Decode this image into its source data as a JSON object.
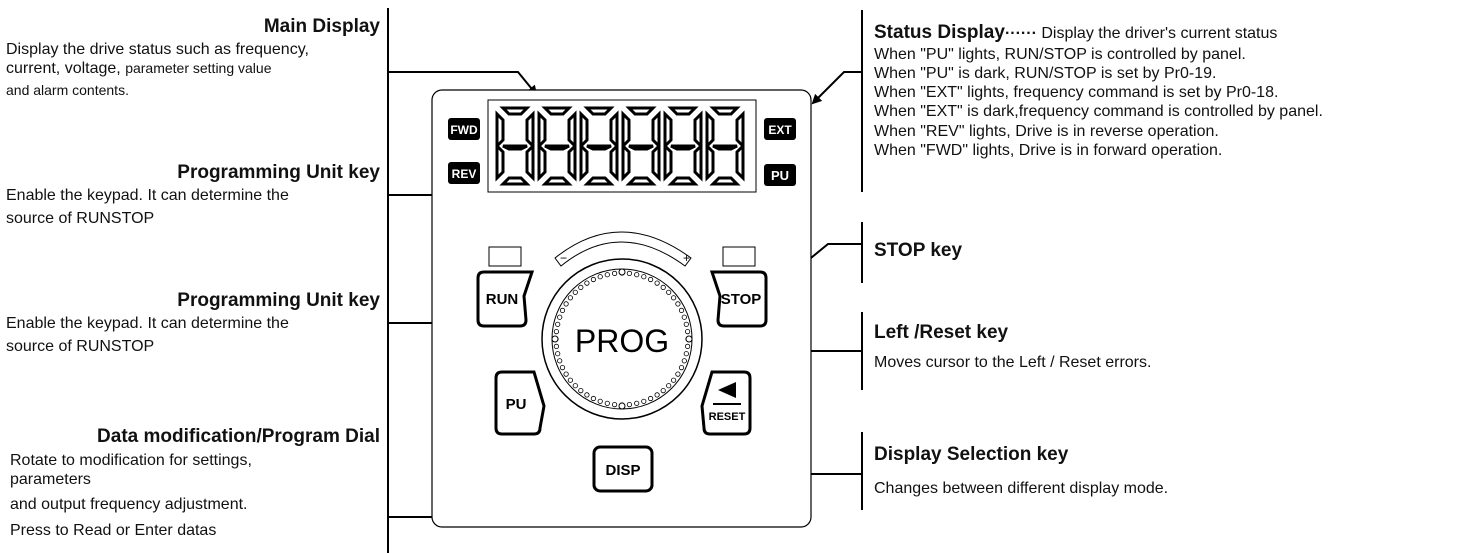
{
  "main_display": {
    "title": "Main Display",
    "line1": "Display the drive status such as frequency,",
    "line2a": "current, voltage,",
    "line2b": "parameter setting value",
    "line3": "and alarm contents."
  },
  "pu_key_1": {
    "title": "Programming Unit  key",
    "line1": "Enable the keypad. It can determine the",
    "line2": "source  of RUNSTOP"
  },
  "pu_key_2": {
    "title": "Programming Unit  key",
    "line1": "Enable the keypad. It can determine the",
    "line2": "source  of RUNSTOP"
  },
  "dial": {
    "title": "Data modification/Program Dial",
    "line1": "Rotate to modification for settings,",
    "line2": "parameters",
    "line3": "and output frequency adjustment.",
    "line4": "Press to Read or Enter datas"
  },
  "status_display": {
    "title": "Status Display",
    "dots": "······",
    "desc": "Display the driver's current status",
    "lines": [
      "When \"PU\" lights, RUN/STOP is controlled by panel.",
      "When \"PU\" is dark, RUN/STOP is set by Pr0-19.",
      "When \"EXT\" lights, frequency command is set by Pr0-18.",
      "When \"EXT\" is dark,frequency command is controlled by panel.",
      "When \"REV\" lights, Drive is in reverse operation.",
      "When \"FWD\" lights, Drive is in forward operation."
    ]
  },
  "stop_key": {
    "title": "STOP key"
  },
  "left_reset_key": {
    "title": "Left /Reset key",
    "desc": "Moves cursor to the Left / Reset errors."
  },
  "display_selection_key": {
    "title": "Display Selection key",
    "desc": "Changes between different display mode."
  },
  "panel": {
    "fwd": "FWD",
    "rev": "REV",
    "ext": "EXT",
    "pu_indicator": "PU",
    "run": "RUN",
    "stop": "STOP",
    "pu_button": "PU",
    "reset": "RESET",
    "disp": "DISP",
    "prog": "PROG",
    "minus": "−",
    "plus": "+"
  }
}
